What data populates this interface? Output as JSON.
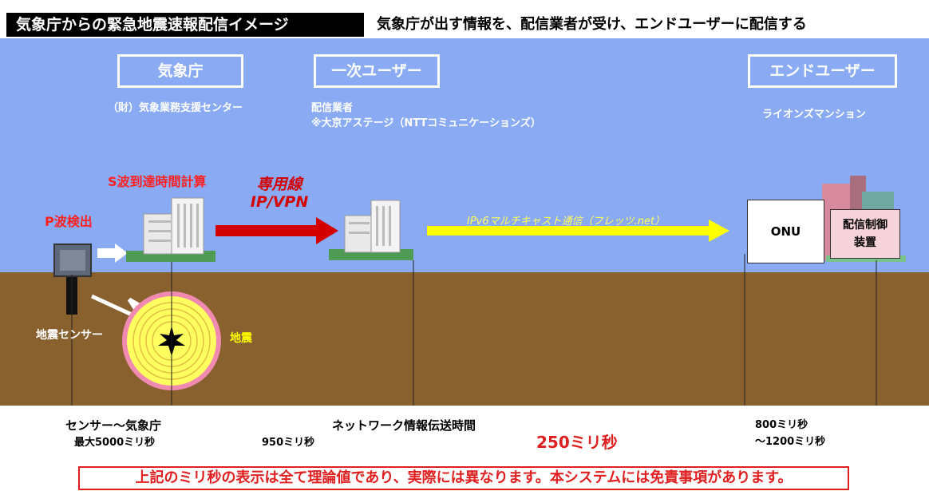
{
  "header": {
    "title": "気象庁からの緊急地震速報配信イメージ",
    "subtitle": "気象庁が出す情報を、配信業者が受け、エンドユーザーに配信する"
  },
  "roles": {
    "jma": {
      "title": "気象庁",
      "sub": "（財）気象業務支援センター"
    },
    "primary": {
      "title": "一次ユーザー",
      "sub1": "配信業者",
      "sub2": "※大京アステージ（NTTコミュニケーションズ）"
    },
    "end": {
      "title": "エンドユーザー",
      "sub": "ライオンズマンション"
    }
  },
  "labels": {
    "p_wave": "P波検出",
    "s_wave": "S波到達時間計算",
    "leased_line_1": "専用線",
    "leased_line_2": "IP/VPN",
    "multicast": "IPv6マルチキャスト通信（フレッツ.net）",
    "onu": "ONU",
    "control_1": "配信制御",
    "control_2": "装置",
    "sensor": "地震センサー",
    "quake": "地震"
  },
  "timeline": {
    "sensor_title": "センサー～気象庁",
    "sensor_time": "最大5000ミリ秒",
    "network_title": "ネットワーク情報伝送時間",
    "seg_950": "950ミリ秒",
    "seg_250": "250ミリ秒",
    "end_time_1": "800ミリ秒",
    "end_time_2": "～1200ミリ秒"
  },
  "disclaimer": "上記のミリ秒の表示は全て理論値であり、実際には異なります。本システムには免責事項があります。",
  "colors": {
    "sky": "#8aaaf4",
    "ground": "#89612f",
    "accent_red": "#ff2020",
    "arrow_yellow": "#ffff00",
    "arrow_red": "#d40000",
    "quake_pink": "#f08ab0",
    "quake_yellow": "#ffff60"
  },
  "icons": [
    "building-icon",
    "sensor-icon",
    "epicenter-icon",
    "city-icon"
  ]
}
